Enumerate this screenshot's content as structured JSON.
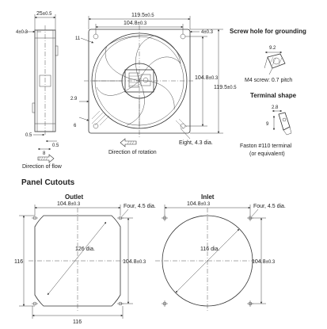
{
  "colors": {
    "line": "#333333",
    "text": "#222222",
    "background": "#ffffff"
  },
  "fan_drawing": {
    "side_view": {
      "width_top": "25",
      "width_top_tol": "±0.5",
      "offset_left": "4",
      "offset_left_tol": "±0.3",
      "dim_low": "0.5",
      "dim_right": "0.5",
      "dim_8": "8",
      "flow_caption": "Direction of flow"
    },
    "front_view": {
      "overall_width": "119.5",
      "overall_width_tol": "±0.5",
      "hole_pitch": "104.8",
      "hole_pitch_tol": "±0.3",
      "offset_right": "4",
      "offset_right_tol": "±0.3",
      "dim_11": "11",
      "dim_2_9": "2.9",
      "dim_6": "6",
      "pitch_vertical": "104.8",
      "pitch_vertical_tol": "±0.3",
      "overall_height": "119.5",
      "overall_height_tol": "±0.5",
      "mount_holes_note": "Eight, 4.3 dia.",
      "rotation_caption": "Direction of rotation"
    },
    "screw_hole": {
      "title": "Screw hole for grounding",
      "dim": "9.2",
      "note": "M4 screw: 0.7 pitch"
    },
    "terminal": {
      "title": "Terminal shape",
      "dim_width": "2.8",
      "dim_len": "9",
      "note_line1": "Faston #110 terminal",
      "note_line2": "(or equivalent)"
    }
  },
  "panel_cutouts": {
    "title": "Panel Cutouts",
    "outlet": {
      "label": "Outlet",
      "hole_pitch_top": "104.8",
      "hole_pitch_top_tol": "±0.3",
      "holes_note": "Four, 4.5 dia.",
      "cutout_dia": "126 dia.",
      "pitch_vertical": "104.8",
      "pitch_vertical_tol": "±0.3",
      "height": "116",
      "width": "116"
    },
    "inlet": {
      "label": "Inlet",
      "hole_pitch_top": "104.8",
      "hole_pitch_top_tol": "±0.3",
      "holes_note": "Four, 4.5 dia.",
      "cutout_dia": "116 dia.",
      "pitch_vertical": "104.8",
      "pitch_vertical_tol": "±0.3"
    }
  }
}
